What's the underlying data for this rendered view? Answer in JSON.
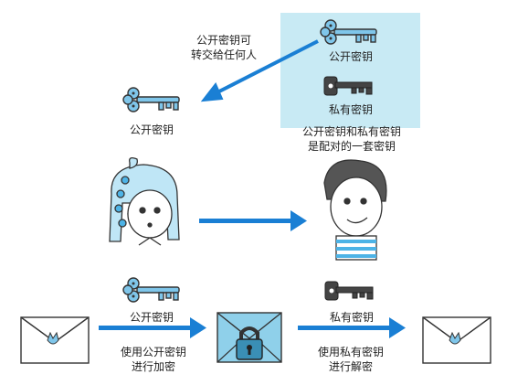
{
  "transfer_note": {
    "line1": "公开密钥可",
    "line2": "转交给任何人"
  },
  "panel": {
    "public_key_label": "公开密钥",
    "private_key_label": "私有密钥"
  },
  "pair_note": {
    "line1": "公开密钥和私有密钥",
    "line2": "是配对的一套密钥"
  },
  "left_key_label": "公开密钥",
  "bottom": {
    "public_key_label": "公开密钥",
    "private_key_label": "私有密钥",
    "encrypt_caption": {
      "line1": "使用公开密钥",
      "line2": "进行加密"
    },
    "decrypt_caption": {
      "line1": "使用私有密钥",
      "line2": "进行解密"
    }
  },
  "colors": {
    "panel_bg": "#c8eaf4",
    "arrow_blue": "#1a7fd4",
    "key_blue": "#7fc6ea",
    "private_key_gray": "#444444"
  },
  "icons": [
    "public-key-icon",
    "private-key-icon",
    "envelope-icon",
    "locked-envelope-icon",
    "padlock-icon",
    "girl-avatar",
    "boy-avatar",
    "arrow-icon"
  ]
}
